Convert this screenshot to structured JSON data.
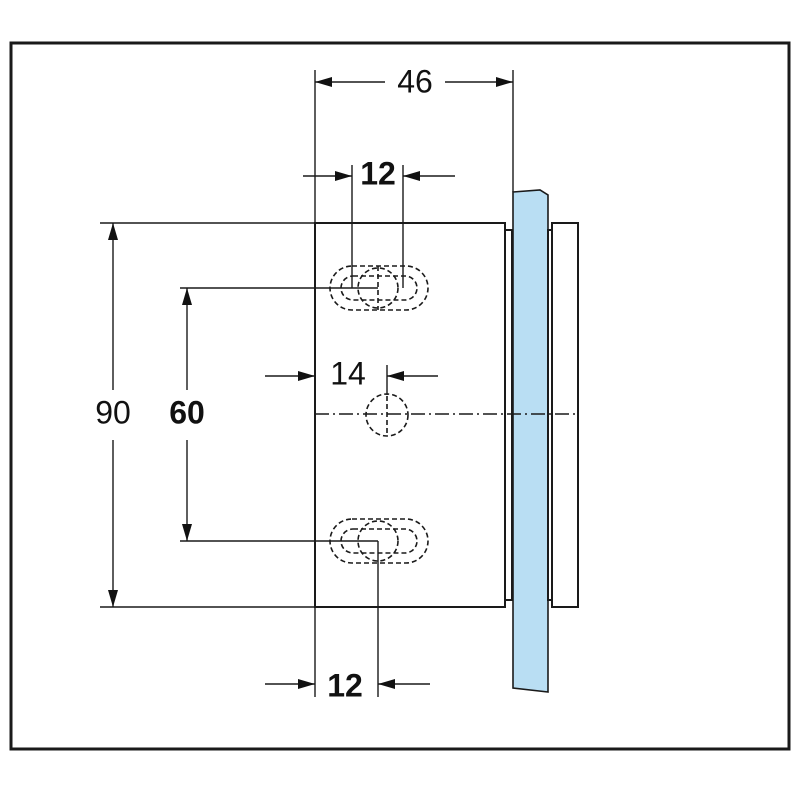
{
  "drawing": {
    "dimensions": {
      "total_width": "46",
      "slot_spacing_top": "12",
      "center_hole_offset": "14",
      "total_height": "90",
      "hole_spacing": "60",
      "slot_spacing_bottom": "12"
    },
    "colors": {
      "glass": "#b9def3",
      "line": "#1a1a1a"
    }
  }
}
